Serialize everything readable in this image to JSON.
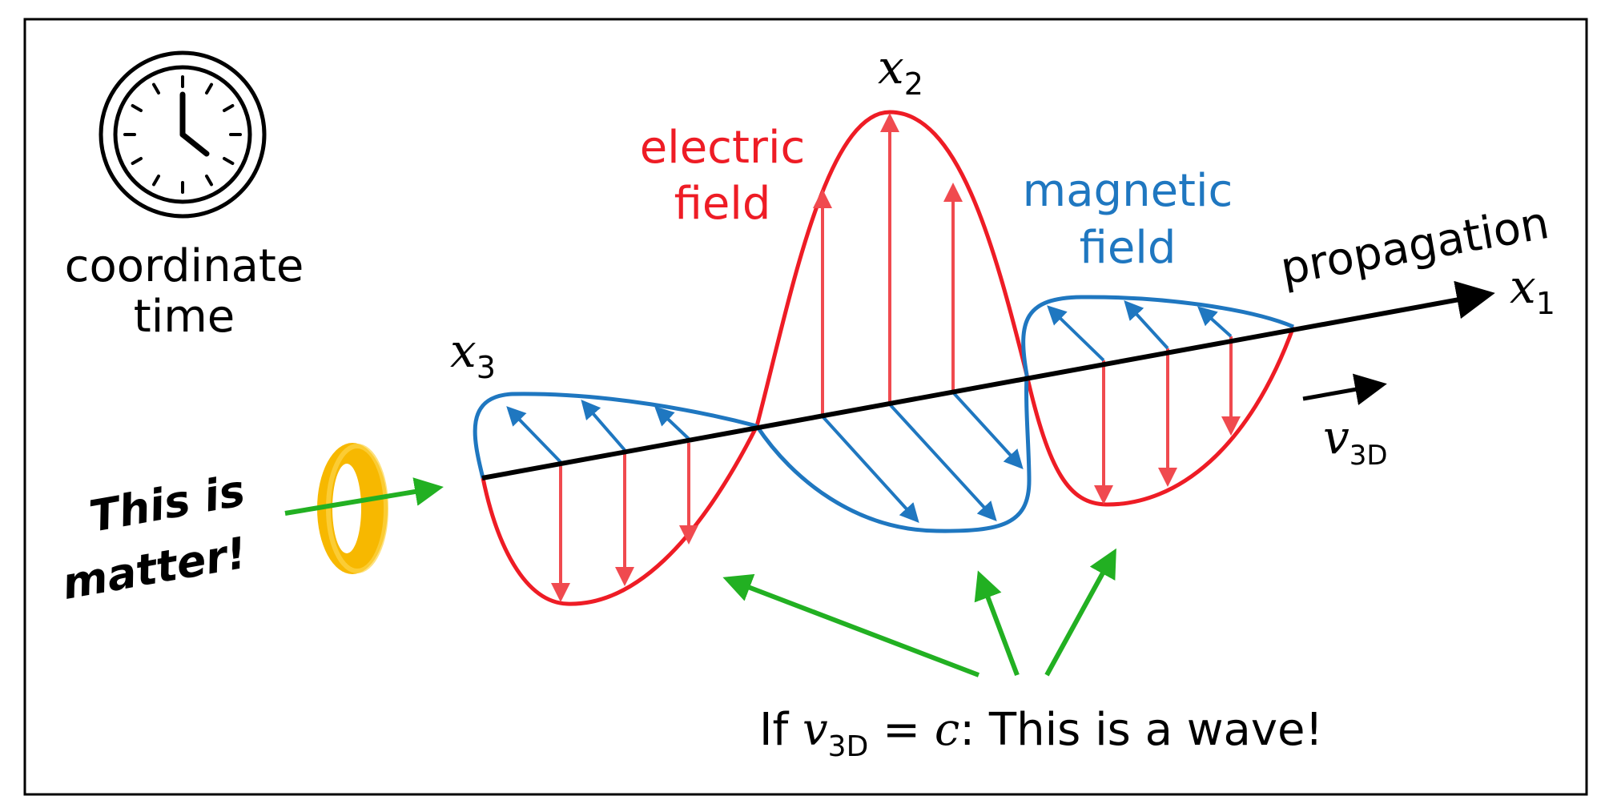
{
  "clock": {
    "icon": "clock-icon",
    "label_line1": "coordinate",
    "label_line2": "time"
  },
  "labels": {
    "x2": {
      "base": "x",
      "sub": "2"
    },
    "x3": {
      "base": "x",
      "sub": "3"
    },
    "x1": {
      "base": "x",
      "sub": "1"
    },
    "electric_line1": "electric",
    "electric_line2": "field",
    "magnetic_line1": "magnetic",
    "magnetic_line2": "field",
    "propagation": "propagation",
    "velocity": {
      "base": "v",
      "sub": "3D"
    },
    "matter_line1": "This is",
    "matter_line2": "matter!",
    "wave_prefix": "If ",
    "wave_v": "v",
    "wave_sub": "3D",
    "wave_eq": " = ",
    "wave_c": "c",
    "wave_suffix": ": This is a wave!"
  },
  "colors": {
    "electric": "#ee1c25",
    "electric_arrow": "#f04a4f",
    "magnetic": "#1f77c0",
    "pointer": "#22b022",
    "ring": "#f7b800",
    "axis": "#000000"
  }
}
